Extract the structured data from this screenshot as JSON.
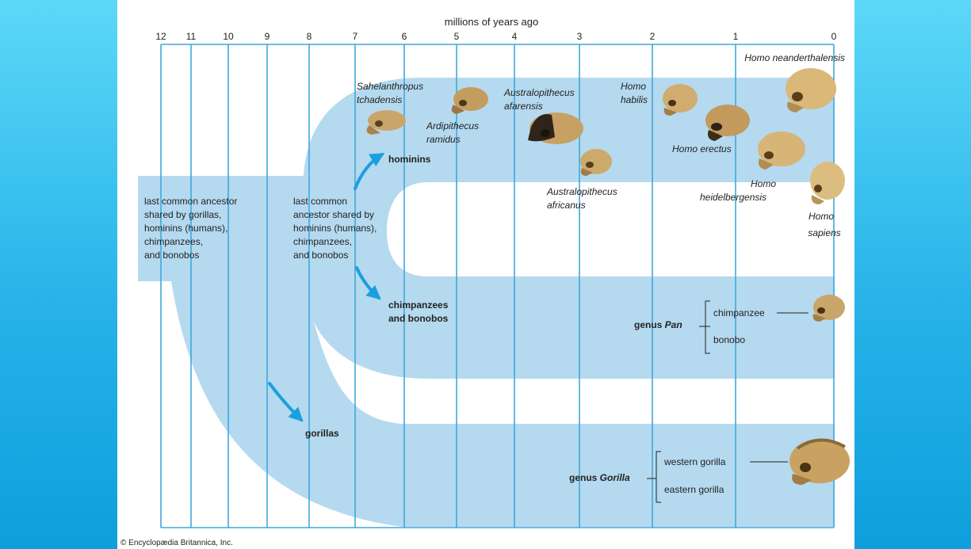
{
  "axis": {
    "title": "millions of years ago",
    "ticks": [
      "12",
      "11",
      "10",
      "9",
      "8",
      "7",
      "6",
      "5",
      "4",
      "3",
      "2",
      "1",
      "0"
    ]
  },
  "ancestors": {
    "first": [
      "last common ancestor",
      "shared by gorillas,",
      "hominins (humans),",
      "chimpanzees,",
      "and bonobos"
    ],
    "second": [
      "last common",
      "ancestor shared by",
      "hominins (humans),",
      "chimpanzees,",
      "and bonobos"
    ]
  },
  "groups": {
    "hominins": "hominins",
    "chimps": [
      "chimpanzees",
      "and bonobos"
    ],
    "gorillas": "gorillas"
  },
  "species": {
    "sahelanthropus": [
      "Sahelanthropus",
      "tchadensis"
    ],
    "ardipithecus": [
      "Ardipithecus",
      "ramidus"
    ],
    "afarensis": [
      "Australopithecus",
      "afarensis"
    ],
    "africanus": [
      "Australopithecus",
      "africanus"
    ],
    "habilis": [
      "Homo",
      "habilis"
    ],
    "erectus": "Homo erectus",
    "heidelbergensis": [
      "Homo",
      "heidelbergensis"
    ],
    "neanderthalensis": "Homo neanderthalensis",
    "sapiens": [
      "Homo",
      "sapiens"
    ]
  },
  "genus_pan": {
    "prefix": "genus ",
    "name": "Pan",
    "members": [
      "chimpanzee",
      "bonobo"
    ]
  },
  "genus_gorilla": {
    "prefix": "genus ",
    "name": "Gorilla",
    "members": [
      "western gorilla",
      "eastern gorilla"
    ]
  },
  "credit": "© Encyclopædia Britannica, Inc.",
  "colors": {
    "band": "#b5d9ef",
    "grid": "#3ea9dc",
    "arrow": "#1aa0df",
    "skull": "#caa56a"
  }
}
